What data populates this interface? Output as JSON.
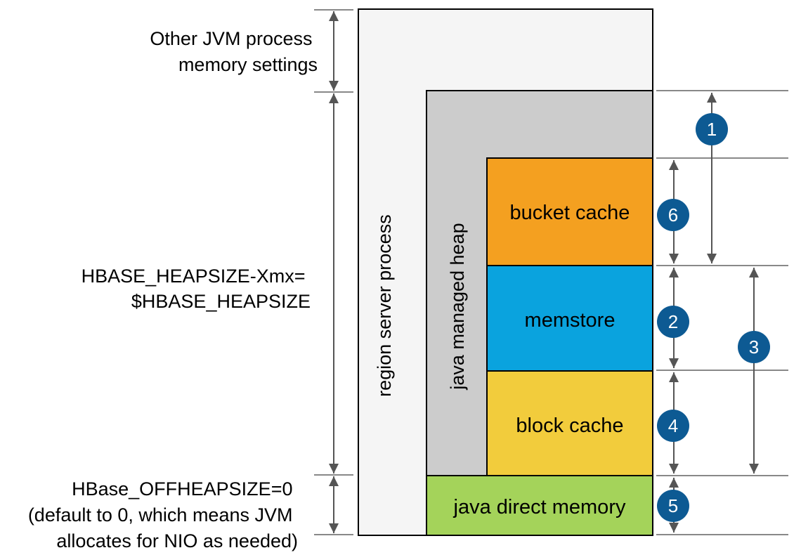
{
  "left_labels": {
    "other_jvm": [
      "Other JVM process",
      "memory settings"
    ],
    "heapsize": [
      "HBASE_HEAPSIZE-Xmx=",
      "$HBASE_HEAPSIZE"
    ],
    "offheap": [
      "HBase_OFFHEAPSIZE=0",
      "(default to 0, which means JVM",
      "allocates for NIO as needed)"
    ]
  },
  "boxes": {
    "region_server": "region server process",
    "java_heap": "java managed heap",
    "bucket_cache": "bucket cache",
    "memstore": "memstore",
    "block_cache": "block cache",
    "direct_memory": "java direct memory"
  },
  "badges": {
    "b1": "1",
    "b2": "2",
    "b3": "3",
    "b4": "4",
    "b5": "5",
    "b6": "6"
  },
  "colors": {
    "region_server_fill": "#f5f5f5",
    "heap_fill": "#cccccc",
    "bucket_cache_fill": "#f4a020",
    "memstore_fill": "#0aa3de",
    "block_cache_fill": "#f2cc3c",
    "direct_memory_fill": "#a4d35a",
    "badge_fill": "#0d5a93",
    "arrow_color": "#555555",
    "guide_color": "#888888"
  }
}
